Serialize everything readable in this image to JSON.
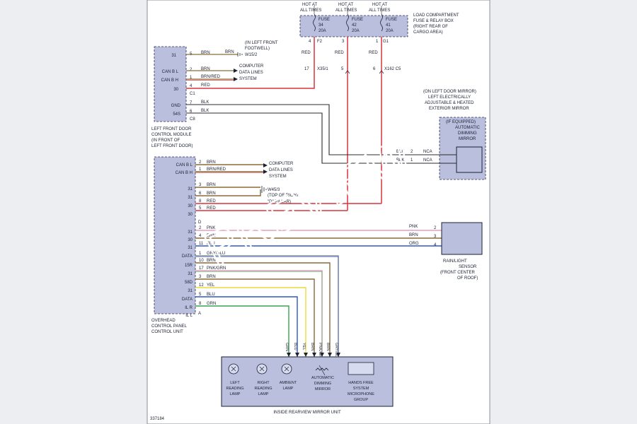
{
  "fuse_box": {
    "label": [
      "LOAD COMPARTMENT",
      "FUSE & RELAY BOX",
      "(RIGHT REAR OF",
      "CARGO AREA)"
    ],
    "fuses": [
      {
        "hot": [
          "HOT AT",
          "ALL TIMES"
        ],
        "name": [
          "FUSE",
          "34",
          "20A"
        ],
        "pin": "4",
        "conn": "F2"
      },
      {
        "hot": [
          "HOT AT",
          "ALL TIMES"
        ],
        "name": [
          "FUSE",
          "42",
          "20A"
        ],
        "pin": "3",
        "conn": ""
      },
      {
        "hot": [
          "HOT AT",
          "ALL TIMES"
        ],
        "name": [
          "FUSE",
          "41",
          "20A"
        ],
        "pin": "1",
        "conn": "G1"
      }
    ]
  },
  "splices": {
    "s1": {
      "pin": "17",
      "conn": "X35/1"
    },
    "s2": {
      "pin": "5"
    },
    "s3": {
      "pin": "6",
      "conn": "X162 C5"
    }
  },
  "door_module": {
    "label": [
      "LEFT FRONT DOOR",
      "CONTROL MODULE",
      "(IN FRONT OF",
      "LEFT FRONT DOOR)"
    ],
    "terms": [
      "31",
      "CAN B L",
      "CAN B H",
      "30",
      "GND",
      "54S"
    ],
    "pins": [
      "5",
      "2",
      "1",
      "4",
      "7",
      "6"
    ],
    "colors": [
      "BRN",
      "BRN",
      "BRN/RED",
      "RED",
      "BLK",
      "BLK"
    ],
    "conn": [
      "C1",
      "C8"
    ],
    "ground_label": [
      "(IN LEFT FRONT",
      "FOOTWELL)"
    ],
    "ground_color": "BRN",
    "ground_id": "W15/2",
    "can_dest": [
      "COMPUTER",
      "DATA LINES",
      "SYSTEM"
    ]
  },
  "ext_mirror": {
    "label": [
      "(ON LEFT DOOR MIRROR)",
      "LEFT ELECTRICALLY",
      "ADJUSTABLE & HEATED",
      "EXTERIOR MIRROR"
    ],
    "inner": [
      "(IF EQUIPPED)",
      "AUTOMATIC",
      "DIMMING",
      "MIRROR"
    ],
    "wires": [
      {
        "color": "BLK",
        "pin": "2",
        "nca": "NCA"
      },
      {
        "color": "BLK",
        "pin": "1",
        "nca": "NCA"
      }
    ]
  },
  "overhead": {
    "label": [
      "OVERHEAD",
      "CONTROL PANEL",
      "CONTROL UNIT"
    ],
    "conn": [
      "D",
      "A"
    ],
    "terms": [
      "CAN B L",
      "CAN B H",
      "31",
      "31",
      "30",
      "30",
      "31",
      "30",
      "31",
      "DATA",
      "15R",
      "31",
      "58D",
      "31",
      "DATA",
      "IL R",
      "IL L"
    ],
    "pins": [
      "2",
      "1",
      "3",
      "6",
      "8",
      "5",
      "2",
      "4",
      "11",
      "1",
      "10",
      "17",
      "3",
      "12",
      "5",
      "8"
    ],
    "colors": [
      "BRN",
      "BRN/RED",
      "BRN",
      "BRN",
      "RED",
      "RED",
      "PNK",
      "BRN",
      "BLU",
      "GRY/BLU",
      "BRN",
      "PNK/GRN",
      "BRN",
      "YEL",
      "BLU",
      "GRN"
    ],
    "can_dest": [
      "COMPUTER",
      "DATA LINES",
      "SYSTEM"
    ],
    "ground_label": [
      "(TOP OF RIGHT",
      "\"D\" PILLAR)"
    ],
    "ground_id": "W45/3"
  },
  "rain_sensor": {
    "label": [
      "RAIN/LIGHT",
      "SENSOR",
      "(FRONT CENTER",
      "OF ROOF)"
    ],
    "wires": [
      {
        "color": "PNK",
        "pin": "2"
      },
      {
        "color": "BRN",
        "pin": "3"
      },
      {
        "color": "ORG",
        "pin": "4"
      }
    ]
  },
  "mirror_unit": {
    "label": "INSIDE REARVIEW MIRROR UNIT",
    "wire_labels": [
      "GRN",
      "BLU",
      "YEL",
      "BRN",
      "PNK/GRN",
      "BRN",
      "GRY/BLU"
    ],
    "components": [
      [
        "LEFT",
        "READING",
        "LAMP"
      ],
      [
        "RIGHT",
        "READING",
        "LAMP"
      ],
      [
        "AMBIENT",
        "LAMP"
      ],
      [
        "AUTOMATIC",
        "DIMMING",
        "MIRROR"
      ],
      [
        "HANDS FREE",
        "SYSTEM",
        "MICROPHONE",
        "GROUP"
      ]
    ]
  },
  "figure_id": "337184",
  "watermark": "PREVIEW",
  "wire_colors": {
    "RED": "#d9333a",
    "BRN": "#8a6a3c",
    "BLK": "#2b2b2b",
    "PNK": "#e59fbb",
    "ORG": "#e8902e",
    "BLU": "#2d56c9",
    "YEL": "#e8dc3a",
    "GRN": "#3ca44e",
    "GRY": "#8a8a95"
  }
}
